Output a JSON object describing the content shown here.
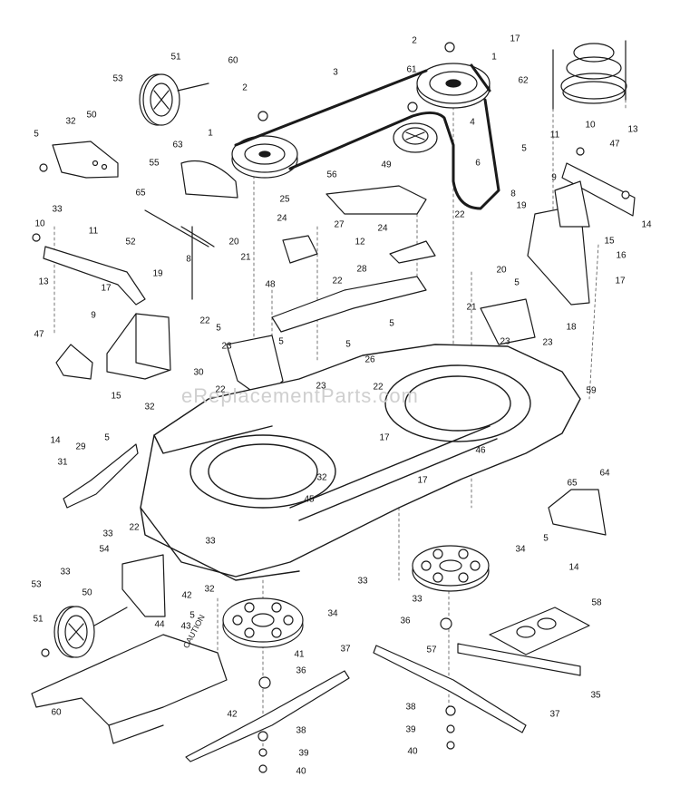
{
  "watermark": "eReplacementParts.com",
  "decal_text": "CAUTION",
  "callouts": [
    "1",
    "2",
    "3",
    "4",
    "5",
    "6",
    "8",
    "9",
    "10",
    "11",
    "12",
    "13",
    "14",
    "15",
    "16",
    "17",
    "18",
    "19",
    "20",
    "21",
    "22",
    "23",
    "24",
    "25",
    "26",
    "27",
    "28",
    "29",
    "30",
    "31",
    "32",
    "33",
    "34",
    "35",
    "36",
    "37",
    "38",
    "39",
    "40",
    "41",
    "42",
    "43",
    "44",
    "45",
    "46",
    "47",
    "48",
    "49",
    "50",
    "51",
    "52",
    "53",
    "54",
    "55",
    "56",
    "57",
    "58",
    "59",
    "60",
    "61",
    "62",
    "63",
    "64",
    "65"
  ],
  "colors": {
    "line": "#1a1a1a",
    "fill": "#ffffff",
    "dash": "#555555"
  }
}
